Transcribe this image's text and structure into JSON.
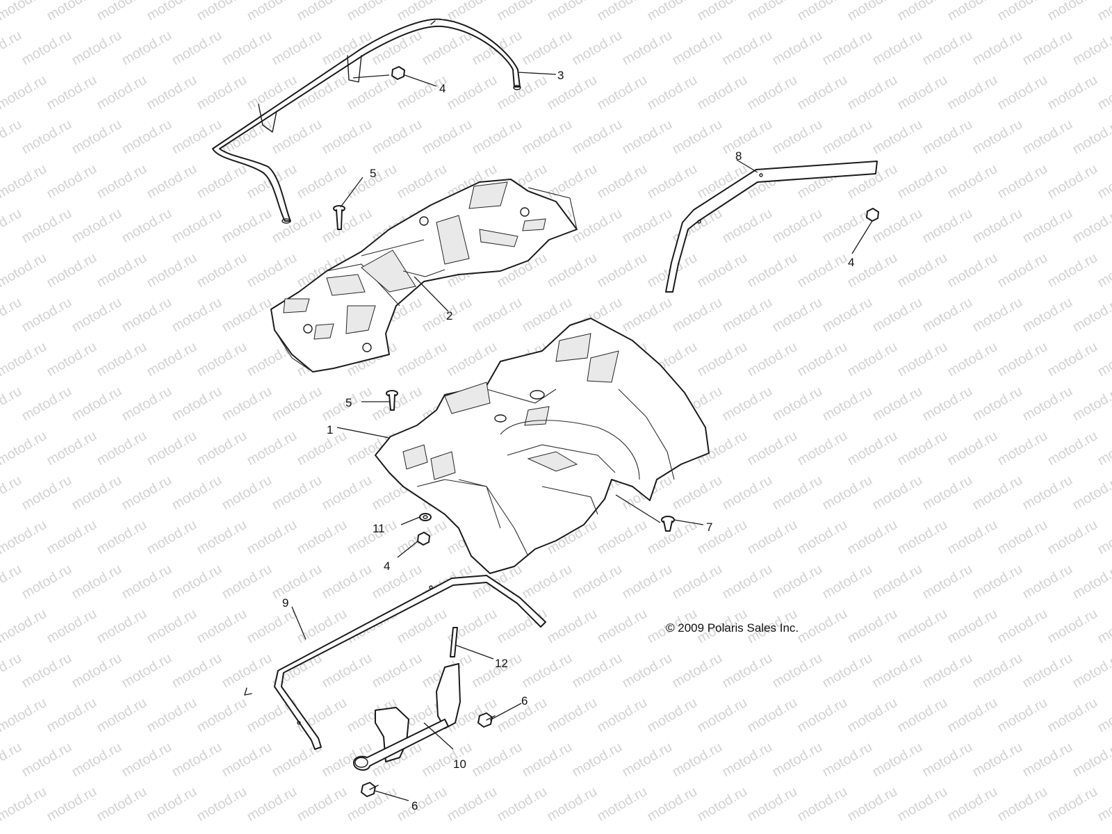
{
  "watermark_text": "motod.ru",
  "copyright": "© 2009 Polaris Sales Inc.",
  "callouts": [
    "1",
    "2",
    "3",
    "4",
    "4",
    "4",
    "5",
    "5",
    "6",
    "6",
    "7",
    "8",
    "9",
    "10",
    "11",
    "12"
  ]
}
